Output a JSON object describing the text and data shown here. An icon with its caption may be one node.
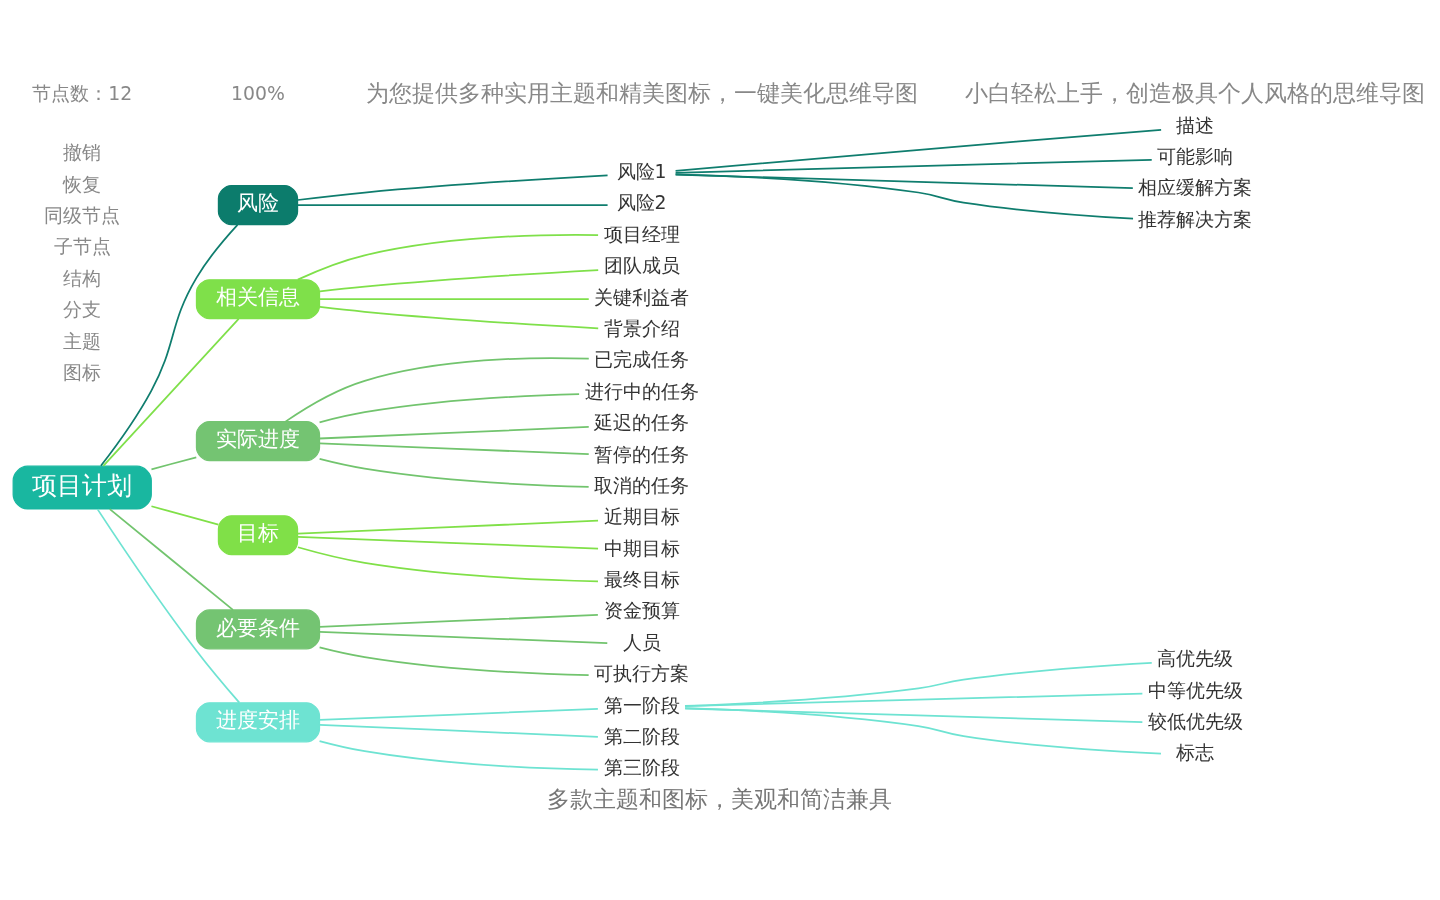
{
  "diagram": {
    "title": "多款主题和图标，美观和简洁兼具",
    "nodes": [
      {
        "text": [
          "项目计划"
        ]
      },
      {
        "text": [
          "风险"
        ]
      },
      {
        "text": [
          "风险1"
        ]
      },
      {
        "text": [
          "描述"
        ]
      },
      {
        "text": [
          "可能影响"
        ]
      },
      {
        "text": [
          "相应缓解方案"
        ]
      },
      {
        "text": [
          "推荐解决方案"
        ]
      },
      {
        "text": [
          "风险2"
        ]
      },
      {
        "text": [
          "相关信息"
        ]
      },
      {
        "text": [
          "项目经理"
        ]
      },
      {
        "text": [
          "团队成员"
        ]
      },
      {
        "text": [
          "关键利益者"
        ]
      },
      {
        "text": [
          "背景介绍"
        ]
      },
      {
        "text": [
          "实际进度"
        ]
      },
      {
        "text": [
          "已完成任务"
        ]
      },
      {
        "text": [
          "进行中的任务"
        ]
      },
      {
        "text": [
          "延迟的任务"
        ]
      },
      {
        "text": [
          "暂停的任务"
        ]
      },
      {
        "text": [
          "取消的任务"
        ]
      },
      {
        "text": [
          "目标"
        ]
      },
      {
        "text": [
          "近期目标"
        ]
      },
      {
        "text": [
          "中期目标"
        ]
      },
      {
        "text": [
          "最终目标"
        ]
      },
      {
        "text": [
          "必要条件"
        ]
      },
      {
        "text": [
          "资金预算"
        ]
      },
      {
        "text": [
          "人员"
        ]
      },
      {
        "text": [
          "可执行方案"
        ]
      },
      {
        "text": [
          "进度安排"
        ]
      },
      {
        "text": [
          "第一阶段"
        ]
      },
      {
        "text": [
          "高优先级"
        ]
      },
      {
        "text": [
          "中等优先级"
        ]
      },
      {
        "text": [
          "较低优先级"
        ]
      },
      {
        "text": [
          "标志"
        ]
      },
      {
        "text": [
          "第二阶段"
        ]
      },
      {
        "text": [
          "第三阶段"
        ]
      }
    ],
    "edges": [
      {
        "from": 0,
        "to": 1,
        "arrow": "none",
        "color": "#0f7d6e"
      },
      {
        "from": 1,
        "to": 2,
        "arrow": "none",
        "color": "#0f7d6e"
      },
      {
        "from": 2,
        "to": 3,
        "arrow": "none",
        "color": "#0f7d6e"
      },
      {
        "from": 2,
        "to": 4,
        "arrow": "none",
        "color": "#0f7d6e"
      },
      {
        "from": 2,
        "to": 5,
        "arrow": "none",
        "color": "#0f7d6e"
      },
      {
        "from": 2,
        "to": 6,
        "arrow": "none",
        "color": "#0f7d6e"
      },
      {
        "from": 1,
        "to": 7,
        "arrow": "none",
        "color": "#0f7d6e"
      },
      {
        "from": 0,
        "to": 8,
        "arrow": "none",
        "color": "#7fe04a"
      },
      {
        "from": 8,
        "to": 9,
        "arrow": "none",
        "color": "#7fe04a"
      },
      {
        "from": 8,
        "to": 10,
        "arrow": "none",
        "color": "#7fe04a"
      },
      {
        "from": 8,
        "to": 11,
        "arrow": "none",
        "color": "#7fe04a"
      },
      {
        "from": 8,
        "to": 12,
        "arrow": "none",
        "color": "#7fe04a"
      },
      {
        "from": 0,
        "to": 13,
        "arrow": "none",
        "color": "#72c46e"
      },
      {
        "from": 13,
        "to": 14,
        "arrow": "none",
        "color": "#72c46e"
      },
      {
        "from": 13,
        "to": 15,
        "arrow": "none",
        "color": "#72c46e"
      },
      {
        "from": 13,
        "to": 16,
        "arrow": "none",
        "color": "#72c46e"
      },
      {
        "from": 13,
        "to": 17,
        "arrow": "none",
        "color": "#72c46e"
      },
      {
        "from": 13,
        "to": 18,
        "arrow": "none",
        "color": "#72c46e"
      },
      {
        "from": 0,
        "to": 19,
        "arrow": "none",
        "color": "#80e048"
      },
      {
        "from": 19,
        "to": 20,
        "arrow": "none",
        "color": "#80e048"
      },
      {
        "from": 19,
        "to": 21,
        "arrow": "none",
        "color": "#80e048"
      },
      {
        "from": 19,
        "to": 22,
        "arrow": "none",
        "color": "#80e048"
      },
      {
        "from": 0,
        "to": 23,
        "arrow": "none",
        "color": "#72c46e"
      },
      {
        "from": 23,
        "to": 24,
        "arrow": "none",
        "color": "#72c46e"
      },
      {
        "from": 23,
        "to": 25,
        "arrow": "none",
        "color": "#72c46e"
      },
      {
        "from": 23,
        "to": 26,
        "arrow": "none",
        "color": "#72c46e"
      },
      {
        "from": 0,
        "to": 27,
        "arrow": "none",
        "color": "#6ee3d2"
      },
      {
        "from": 27,
        "to": 28,
        "arrow": "none",
        "color": "#6ee3d2"
      },
      {
        "from": 28,
        "to": 29,
        "arrow": "none",
        "color": "#6ee3d2"
      },
      {
        "from": 28,
        "to": 30,
        "arrow": "none",
        "color": "#6ee3d2"
      },
      {
        "from": 28,
        "to": 31,
        "arrow": "none",
        "color": "#6ee3d2"
      },
      {
        "from": 28,
        "to": 32,
        "arrow": "none",
        "color": "#6ee3d2"
      },
      {
        "from": 27,
        "to": 33,
        "arrow": "none",
        "color": "#6ee3d2"
      },
      {
        "from": 27,
        "to": 34,
        "arrow": "none",
        "color": "#6ee3d2"
      }
    ],
    "labels": [
      "撤销",
      "恢复",
      "同级节点",
      "子节点",
      "结构",
      "分支",
      "主题",
      "图标",
      "节点数：12",
      "100%",
      "为您提供多种实用主题和精美图标，一键美化思维导图",
      "小白轻松上手，创造极具个人风格的思维导图"
    ]
  }
}
